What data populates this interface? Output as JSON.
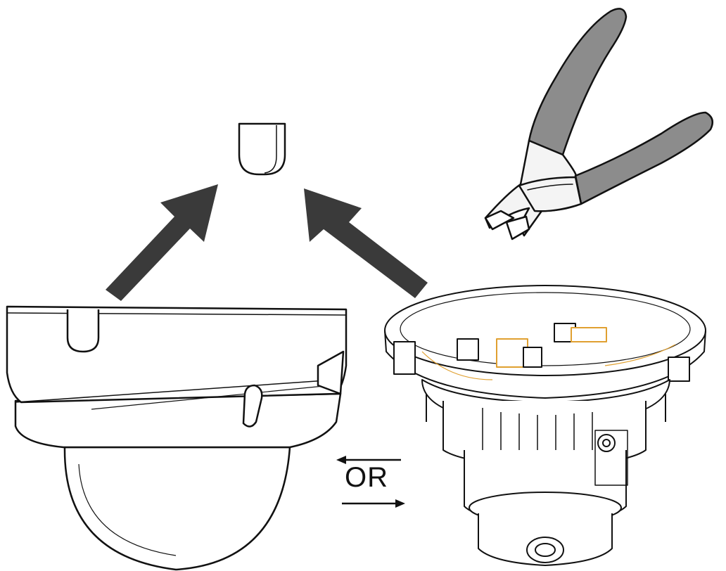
{
  "diagram": {
    "or_label": "OR",
    "colors": {
      "line": "#111111",
      "arrow": "#3a3a3a",
      "handle": "#8c8c8c",
      "jaw": "#f2f2f2",
      "accent": "#e0a030"
    },
    "icons": [
      "cover-tab-piece",
      "diagonal-cutter-pliers",
      "dome-cover-housing",
      "camera-base-module",
      "arrow-up-right",
      "arrow-up-left",
      "arrow-left",
      "arrow-right"
    ]
  }
}
